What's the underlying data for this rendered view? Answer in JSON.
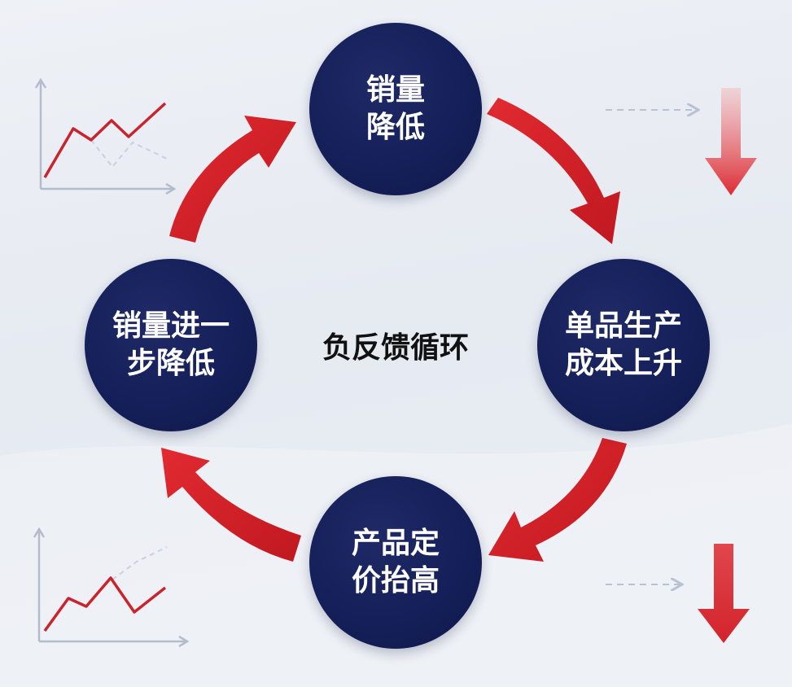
{
  "diagram": {
    "center_label": "负反馈循环",
    "nodes": {
      "top": {
        "line1": "销量",
        "line2": "降低"
      },
      "right": {
        "line1": "单品生产",
        "line2": "成本上升"
      },
      "bottom": {
        "line1": "产品定",
        "line2": "价抬高"
      },
      "left": {
        "line1": "销量进一",
        "line2": "步降低"
      }
    }
  },
  "colors": {
    "node_fill": "#15205a",
    "arrow": "#d3232b",
    "node_text": "#ffffff",
    "chart_line": "#c8242e",
    "axis": "#aab3c4"
  },
  "icons": [
    "cycle-arrow-icon",
    "line-chart-icon",
    "dashed-arrow-icon",
    "down-arrow-icon"
  ]
}
